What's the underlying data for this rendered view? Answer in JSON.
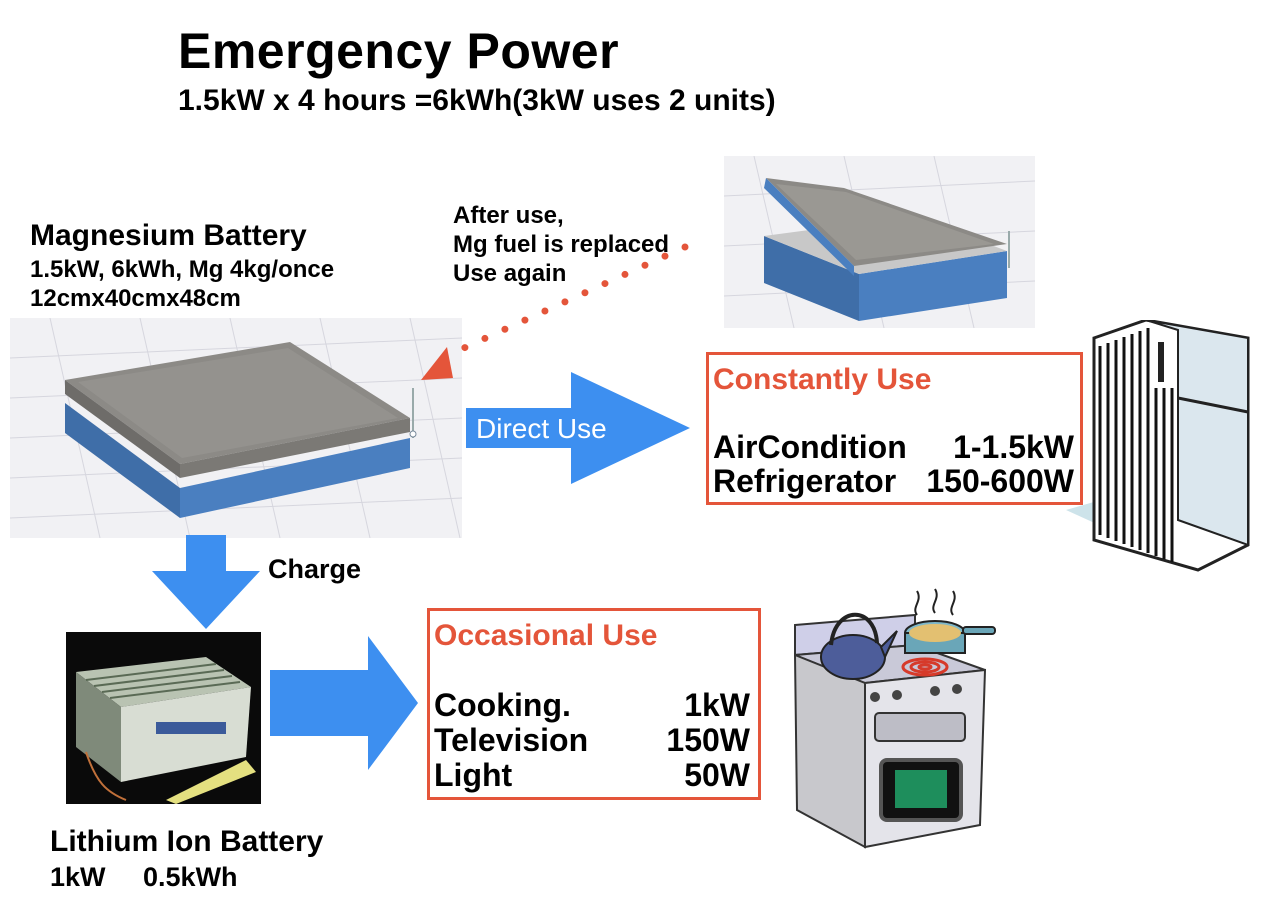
{
  "header": {
    "title": "Emergency Power",
    "subtitle": "1.5kW x 4 hours =6kWh(3kW uses 2 units)"
  },
  "magnesium_battery": {
    "title": "Magnesium Battery",
    "spec1": "1.5kW, 6kWh, Mg 4kg/once",
    "spec2": "12cmx40cmx48cm"
  },
  "reuse_note": {
    "line1": "After use,",
    "line2": "Mg fuel is replaced",
    "line3": "Use again"
  },
  "flows": {
    "direct_use": "Direct Use",
    "charge": "Charge"
  },
  "constant_use": {
    "heading": "Constantly Use",
    "items": [
      {
        "name": "AirCondition",
        "power": "1-1.5kW"
      },
      {
        "name": "Refrigerator",
        "power": "150-600W"
      }
    ]
  },
  "occasional_use": {
    "heading": "Occasional Use",
    "items": [
      {
        "name": "Cooking.",
        "power": "1kW"
      },
      {
        "name": "Television",
        "power": "150W"
      },
      {
        "name": "Light",
        "power": "50W"
      }
    ]
  },
  "lithium_battery": {
    "title": "Lithium Ion Battery",
    "spec": "1kW     0.5kWh"
  },
  "colors": {
    "accent": "#e4553a",
    "arrow_blue": "#3d8ff0",
    "battery_blue": "#4a7fc0",
    "lid_gray": "#8c8a86"
  }
}
